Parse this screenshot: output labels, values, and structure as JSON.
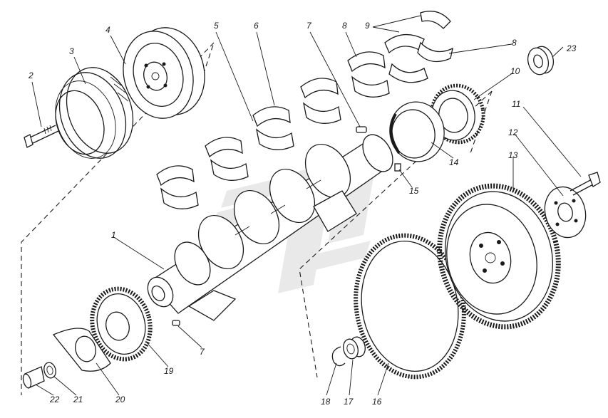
{
  "diagram": {
    "type": "exploded-assembly-drawing",
    "ink_color": "#1a1a1a",
    "watermark_color": "#d8d8d8",
    "callouts": [
      {
        "id": "c1",
        "text": "1"
      },
      {
        "id": "c2",
        "text": "2"
      },
      {
        "id": "c3",
        "text": "3"
      },
      {
        "id": "c4",
        "text": "4"
      },
      {
        "id": "c5",
        "text": "5"
      },
      {
        "id": "c6",
        "text": "6"
      },
      {
        "id": "c7a",
        "text": "7"
      },
      {
        "id": "c7b",
        "text": "7"
      },
      {
        "id": "c8a",
        "text": "8"
      },
      {
        "id": "c8b",
        "text": "8"
      },
      {
        "id": "c9",
        "text": "9"
      },
      {
        "id": "c10",
        "text": "10"
      },
      {
        "id": "c11",
        "text": "11"
      },
      {
        "id": "c12",
        "text": "12"
      },
      {
        "id": "c13",
        "text": "13"
      },
      {
        "id": "c14",
        "text": "14"
      },
      {
        "id": "c15",
        "text": "15"
      },
      {
        "id": "c16",
        "text": "16"
      },
      {
        "id": "c17",
        "text": "17"
      },
      {
        "id": "c18",
        "text": "18"
      },
      {
        "id": "c19",
        "text": "19"
      },
      {
        "id": "c20",
        "text": "20"
      },
      {
        "id": "c21",
        "text": "21"
      },
      {
        "id": "c22",
        "text": "22"
      },
      {
        "id": "c23",
        "text": "23"
      }
    ]
  }
}
